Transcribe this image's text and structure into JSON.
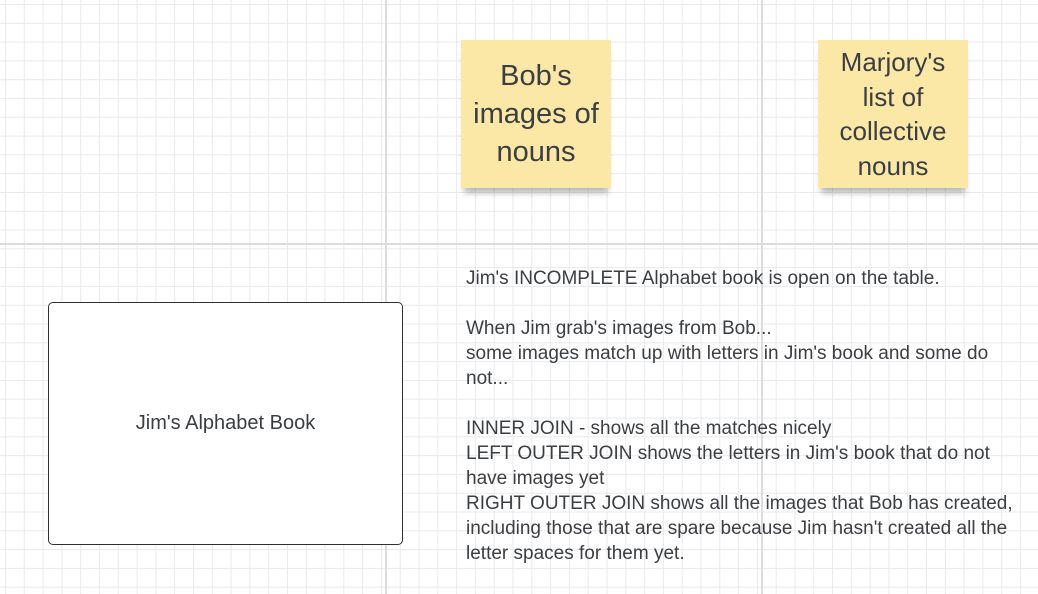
{
  "board": {
    "colors": {
      "background": "#ffffff",
      "grid_line": "#e9e9e9",
      "major_grid_line": "#dcdcdc",
      "sticky_note": "#fbe8a6",
      "text": "#3a3d41"
    }
  },
  "sticky_notes": {
    "bob": {
      "text": "Bob's images of nouns"
    },
    "marjory": {
      "text": "Marjory's list of collective nouns"
    }
  },
  "alphabet_book": {
    "label": "Jim's Alphabet Book"
  },
  "notes": {
    "intro": "Jim's INCOMPLETE Alphabet book is open on the table.",
    "grab_line": "When Jim grab's images from Bob...",
    "match_line": "some images match up with letters in Jim's book and some do not...",
    "inner_join": "INNER JOIN - shows all the matches nicely",
    "left_outer_join": "LEFT OUTER JOIN shows the letters in Jim's book that do not have images yet",
    "right_outer_join": "RIGHT OUTER JOIN shows all the images that Bob has created, including those that are spare because Jim hasn't created all the letter spaces for them yet."
  }
}
